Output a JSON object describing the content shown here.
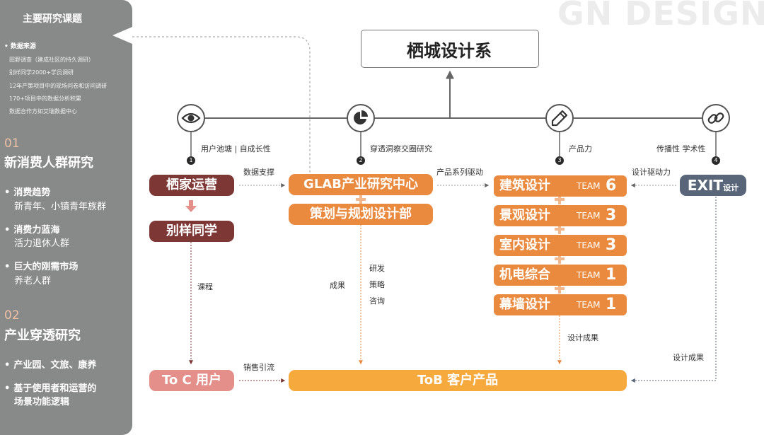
{
  "sidebar": {
    "title": "主要研究课题",
    "sources_header": "数据来源",
    "sources": [
      "田野调查（建成社区的持久调研）",
      "别样同学2000+学员调研",
      "12年产策项目中的现场问卷和访问调研",
      "170+项目中的数据分析积累",
      "数据合作方如艾瑞数据中心"
    ],
    "section1": {
      "num": "01",
      "title": "新消费人群研究",
      "bullets": [
        {
          "head": "消费趋势",
          "sub": "新青年、小镇青年族群"
        },
        {
          "head": "消费力蓝海",
          "sub": "活力退休人群"
        },
        {
          "head": "巨大的刚需市场",
          "sub": "养老人群"
        }
      ]
    },
    "section2": {
      "num": "02",
      "title": "产业穿透研究",
      "bullets": [
        {
          "head": "产业园、文旅、康养"
        },
        {
          "head": "基于使用者和运营的",
          "sub": "场景功能逻辑"
        }
      ]
    },
    "bullet_glyph": "•"
  },
  "watermark": "GN DESIGN",
  "main_title": "栖城设计系",
  "pillars": [
    {
      "num": "1",
      "caption": "用户池塘 | 自成长性",
      "icon": "eye-icon"
    },
    {
      "num": "2",
      "caption": "穿透洞察交圈研究",
      "icon": "pie-chart-icon"
    },
    {
      "num": "3",
      "caption": "产品力",
      "icon": "pencil-icon"
    },
    {
      "num": "4",
      "caption": "传播性 学术性",
      "icon": "link-icon"
    }
  ],
  "nodes": {
    "qijia": "栖家运营",
    "bieyang": "别样同学",
    "toc": "To C 用户",
    "glab": "GLAB产业研究中心",
    "planning": "策划与规划设计部",
    "tob": "ToB 客户产品",
    "exit_main": "EXIT",
    "exit_sub": "设计"
  },
  "teams": [
    {
      "name": "建筑设计",
      "label": "TEAM",
      "count": "6"
    },
    {
      "name": "景观设计",
      "label": "TEAM",
      "count": "3"
    },
    {
      "name": "室内设计",
      "label": "TEAM",
      "count": "3"
    },
    {
      "name": "机电综合",
      "label": "TEAM",
      "count": "1"
    },
    {
      "name": "幕墙设计",
      "label": "TEAM",
      "count": "1"
    }
  ],
  "edge_labels": {
    "data_support": "数据支撑",
    "product_series": "产品系列驱动",
    "design_drive": "设计驱动力",
    "course": "课程",
    "results": "成果",
    "research": [
      "研发",
      "策略",
      "咨询"
    ],
    "design_results_a": "设计成果",
    "design_results_b": "设计成果",
    "sales_leads": "销售引流"
  },
  "colors": {
    "sidebar_bg": "#888989",
    "dark_red": "#7d3734",
    "orange": "#e98a3f",
    "pink": "#e58f8a",
    "gold": "#f6aa3e",
    "slate": "#59667a"
  }
}
